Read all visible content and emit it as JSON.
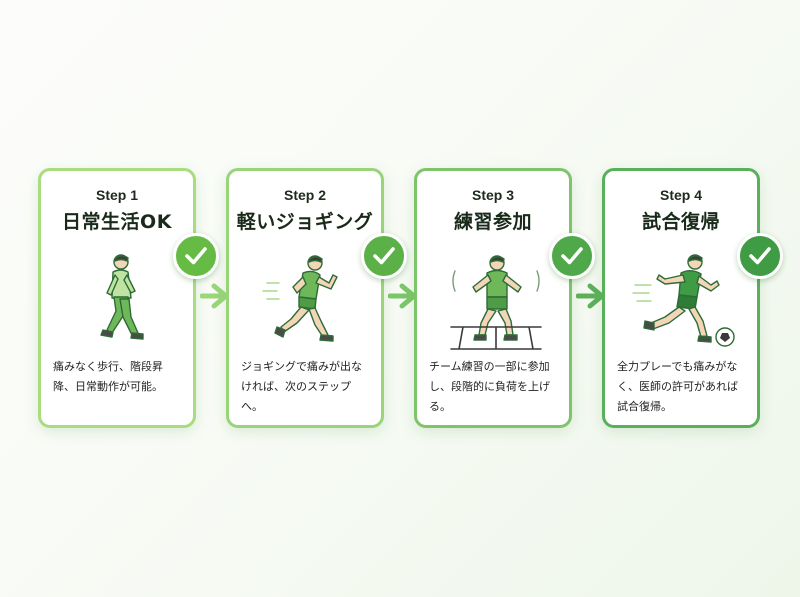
{
  "steps": [
    {
      "label": "Step 1",
      "title": "日常生活OK",
      "desc": [
        "痛みなく歩行、階段昇",
        "降、日常動作が可能。"
      ],
      "illustration": "walking-person",
      "border_color": "#a9dc7e",
      "badge_color": "#66bb44"
    },
    {
      "label": "Step 2",
      "title": "軽いジョギング",
      "desc": [
        "ジョギングで痛みが出な",
        "ければ、次のステップ",
        "へ。"
      ],
      "illustration": "jogging-person",
      "border_color": "#99d37a",
      "badge_color": "#5cb048"
    },
    {
      "label": "Step 3",
      "title": "練習参加",
      "desc": [
        "チーム練習の一部に参加",
        "し、段階的に負荷を上げ",
        "る。"
      ],
      "illustration": "agility-drill-person",
      "border_color": "#7ec46a",
      "badge_color": "#4fa84a"
    },
    {
      "label": "Step 4",
      "title": "試合復帰",
      "desc": [
        "全力プレーでも痛みがな",
        "く、医師の許可があれば",
        "試合復帰。"
      ],
      "illustration": "soccer-player-with-ball",
      "border_color": "#5aaf5a",
      "badge_color": "#3f9b44"
    }
  ],
  "arrow_colors": [
    "#9ad67a",
    "#7cc66a",
    "#5db05a"
  ],
  "check_icon": "check-icon",
  "arrow_icon": "arrow-right-icon"
}
